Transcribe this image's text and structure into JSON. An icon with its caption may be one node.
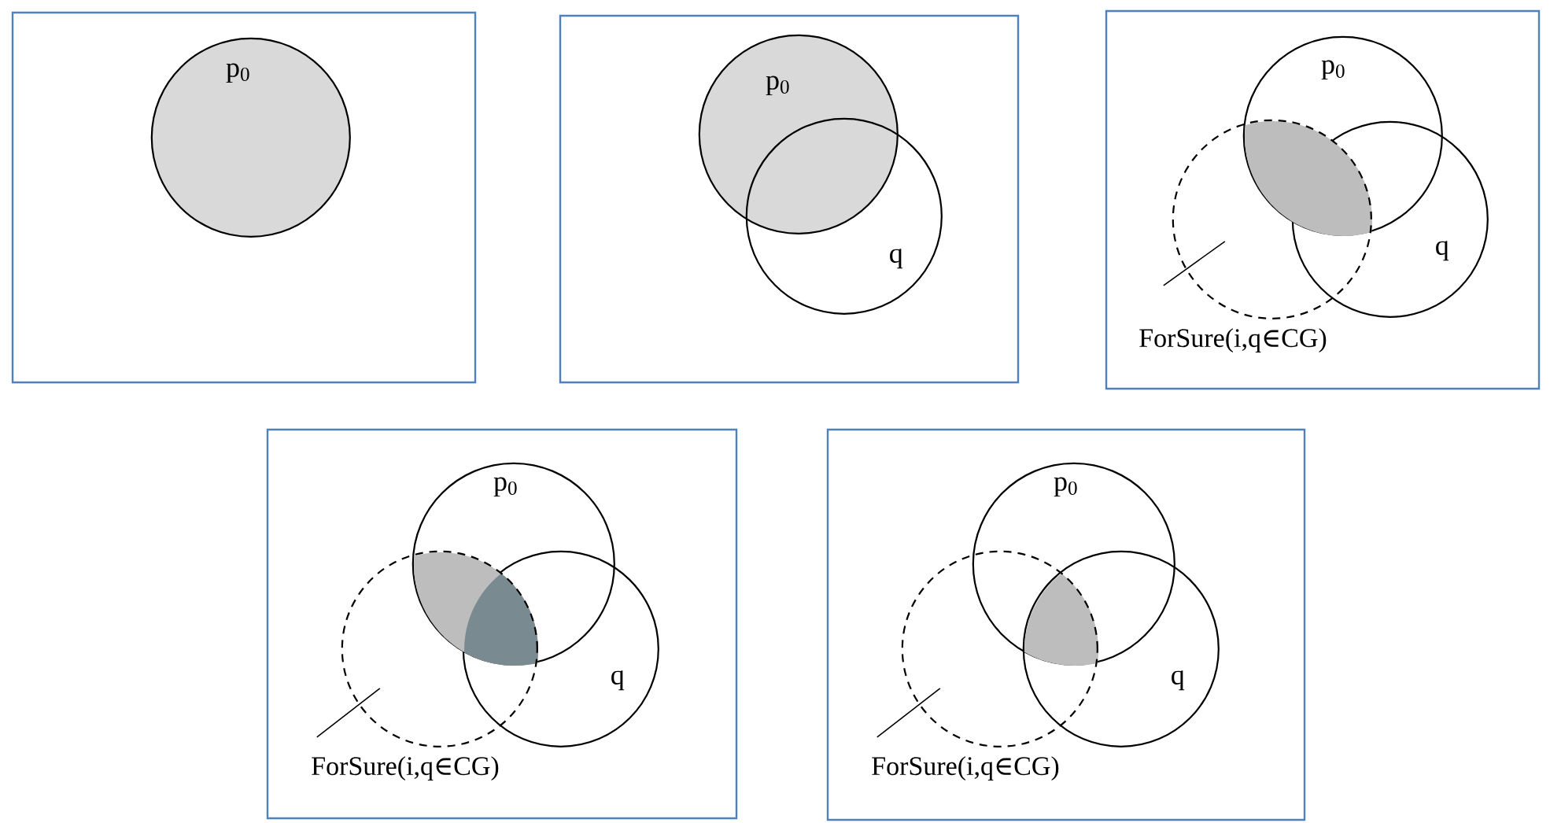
{
  "diagram": {
    "nodes": [
      {
        "text": [],
        "shape": "box"
      },
      {
        "text": [
          "p$_{0}$"
        ],
        "in": 0
      },
      {
        "text": [],
        "shape": "box"
      },
      {
        "text": [
          "p$_{0}$"
        ],
        "in": 2
      },
      {
        "text": [
          "q"
        ],
        "in": 2
      },
      {
        "text": [],
        "shape": "box"
      },
      {
        "text": [
          "p$_{0}$"
        ],
        "in": 5
      },
      {
        "text": [
          "q"
        ],
        "in": 5
      },
      {
        "text": [],
        "shape": "circle",
        "in": 5
      },
      {
        "text": [
          "ForSure(i,q∈CG)"
        ],
        "in": 5
      },
      {
        "text": [],
        "shape": "box"
      },
      {
        "text": [
          "p$_{0}$"
        ],
        "in": 10
      },
      {
        "text": [
          "q"
        ],
        "in": 10
      },
      {
        "text": [],
        "shape": "circle",
        "in": 10
      },
      {
        "text": [
          "ForSure(i,q∈CG)"
        ],
        "in": 10
      },
      {
        "text": [],
        "shape": "box"
      },
      {
        "text": [
          "p$_{0}$"
        ],
        "in": 15
      },
      {
        "text": [
          "q"
        ],
        "in": 15
      },
      {
        "text": [],
        "shape": "circle",
        "in": 15
      },
      {
        "text": [
          "ForSure(i,q∈CG)"
        ],
        "in": 15
      }
    ],
    "edges": [
      {
        "from": 9,
        "to": 8,
        "arrow": "none"
      },
      {
        "from": 14,
        "to": 13,
        "arrow": "none"
      },
      {
        "from": 19,
        "to": 18,
        "arrow": "none"
      }
    ]
  }
}
